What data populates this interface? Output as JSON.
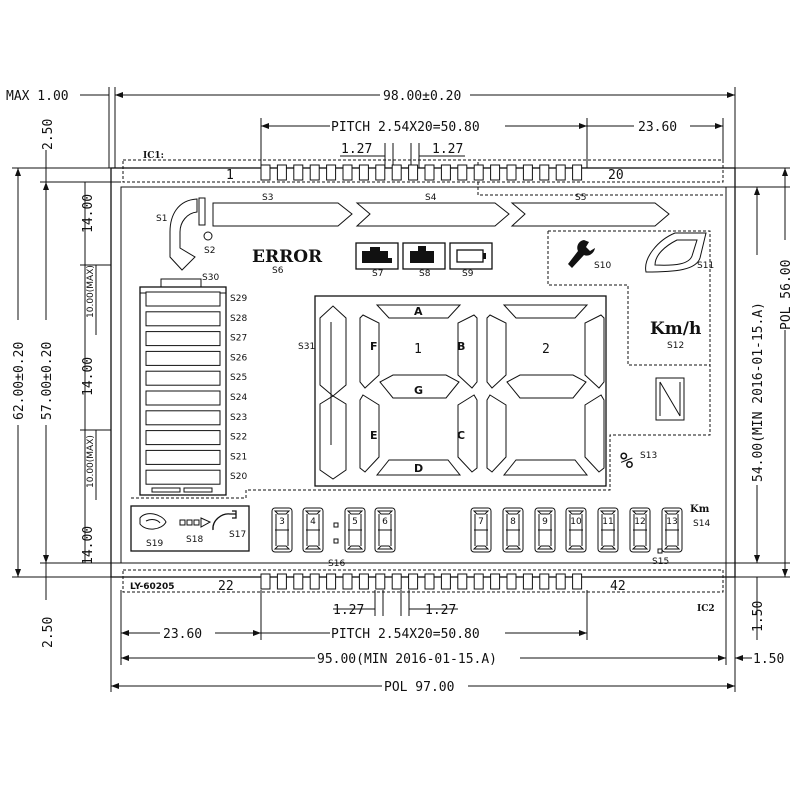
{
  "labels": {
    "max_note": "MAX 1.00",
    "width_98": "98.00±0.20",
    "pitch_top": "PITCH 2.54X20=50.80",
    "pitch_bottom": "PITCH 2.54X20=50.80",
    "offset_top_right": "23.60",
    "offset_bottom_left": "23.60",
    "pin_gap_1": "1.27",
    "pin_gap_2": "1.27",
    "pin_gap_3": "1.27",
    "pin_gap_4": "1.27",
    "ic1": "IC1:",
    "ic2": "IC2",
    "pin_1": "1",
    "pin_20": "20",
    "pin_22": "22",
    "pin_42": "42",
    "model": "LY-60205",
    "width_95": "95.00(MIN 2016-01-15.A)",
    "pol_97": "POL 97.00",
    "right_gap": "1.50",
    "left_2_50_top": "2.50",
    "left_2_50_bottom": "2.50",
    "height_62": "62.00±0.20",
    "height_57": "57.00±0.20",
    "seg_14_a": "14.00",
    "seg_14_b": "14.00",
    "seg_14_c": "14.00",
    "max_10_a": "10.00(MAX)",
    "max_10_b": "10.00(MAX)",
    "height_54": "54.00(MIN 2016-01-15.A)",
    "pol_56": "POL 56.00",
    "right_1_50": "1.50"
  },
  "symbols": {
    "s1": "S1",
    "s2": "S2",
    "s3": "S3",
    "s4": "S4",
    "s5": "S5",
    "s6": "S6",
    "s7": "S7",
    "s8": "S8",
    "s9": "S9",
    "s10": "S10",
    "s11": "S11",
    "s12": "S12",
    "s13": "S13",
    "s14": "S14",
    "s15": "S15",
    "s16": "S16",
    "s17": "S17",
    "s18": "S18",
    "s19": "S19",
    "s30": "S30",
    "s31": "S31",
    "error": "ERROR",
    "kmh": "Km/h",
    "km": "Km",
    "percent": "%"
  },
  "bar_labels": [
    "S29",
    "S28",
    "S27",
    "S26",
    "S25",
    "S24",
    "S23",
    "S22",
    "S21",
    "S20"
  ],
  "big_digits": {
    "d1": "1",
    "d2": "2",
    "seg_a": "A",
    "seg_b": "B",
    "seg_c": "C",
    "seg_d": "D",
    "seg_e": "E",
    "seg_f": "F",
    "seg_g": "G"
  },
  "small_digits": [
    "3",
    "4",
    "5",
    "6",
    "7",
    "8",
    "9",
    "10",
    "11",
    "12",
    "13"
  ]
}
